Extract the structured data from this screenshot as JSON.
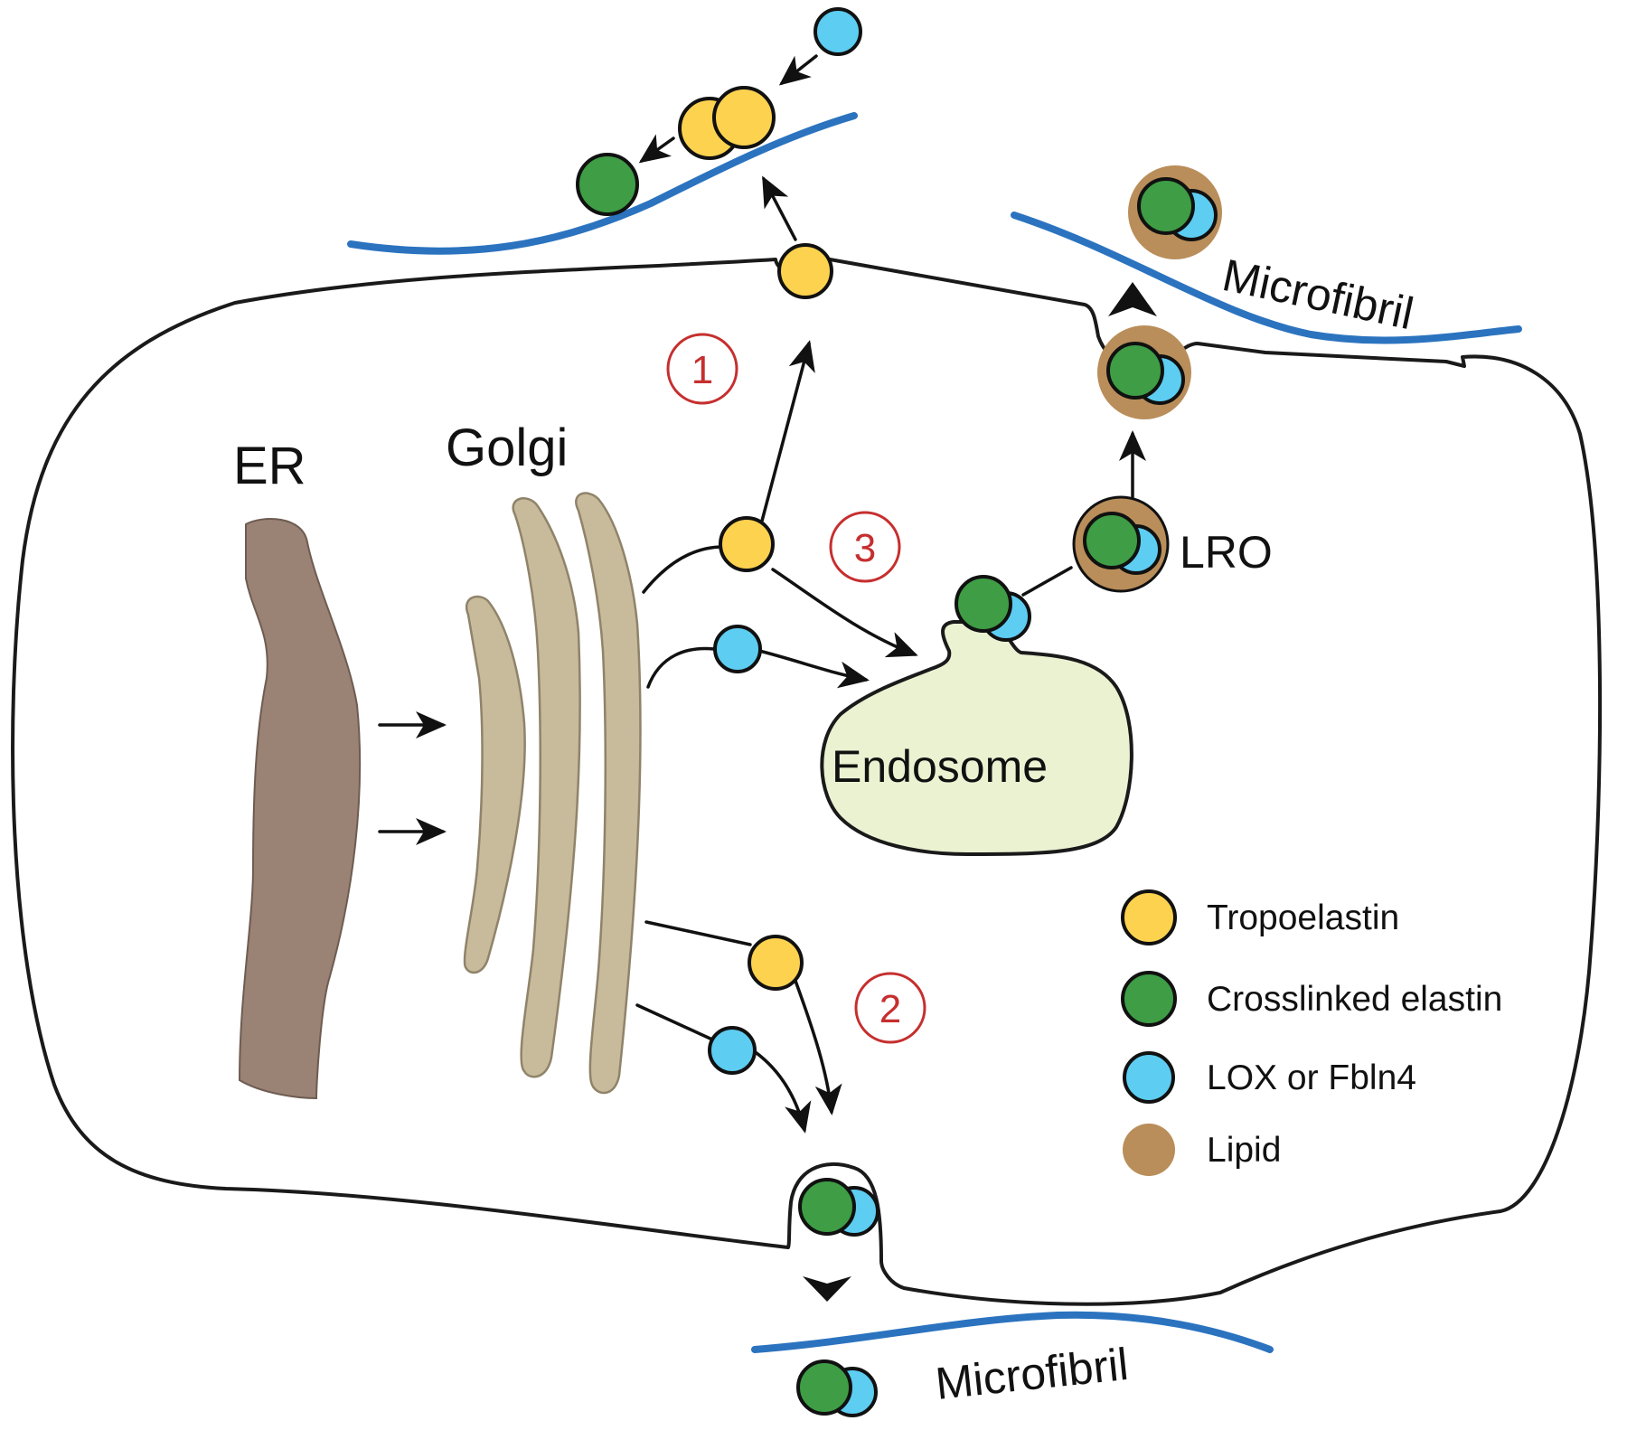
{
  "colors": {
    "tropoelastin": "#FDD24F",
    "crosslinked_elastin": "#3E9D45",
    "lox_fbln4": "#5DCDF2",
    "lipid": "#B98E5A",
    "er": "#9A8275",
    "golgi": "#C8BB9C",
    "endosome": "#EAF2D2",
    "microfibril": "#2B73BF",
    "step_circle": "#C62F2F"
  },
  "labels": {
    "er": "ER",
    "golgi": "Golgi",
    "endosome": "Endosome",
    "lro": "LRO",
    "microfibril_top": "Microfibril",
    "microfibril_bottom": "Microfibril"
  },
  "steps": [
    "1",
    "2",
    "3"
  ],
  "legend": [
    {
      "label": "Tropoelastin",
      "color": "#FDD24F",
      "outlined": true
    },
    {
      "label": "Crosslinked elastin",
      "color": "#3E9D45",
      "outlined": true
    },
    {
      "label": "LOX or Fbln4",
      "color": "#5DCDF2",
      "outlined": true
    },
    {
      "label": "Lipid",
      "color": "#B98E5A",
      "outlined": false
    }
  ]
}
